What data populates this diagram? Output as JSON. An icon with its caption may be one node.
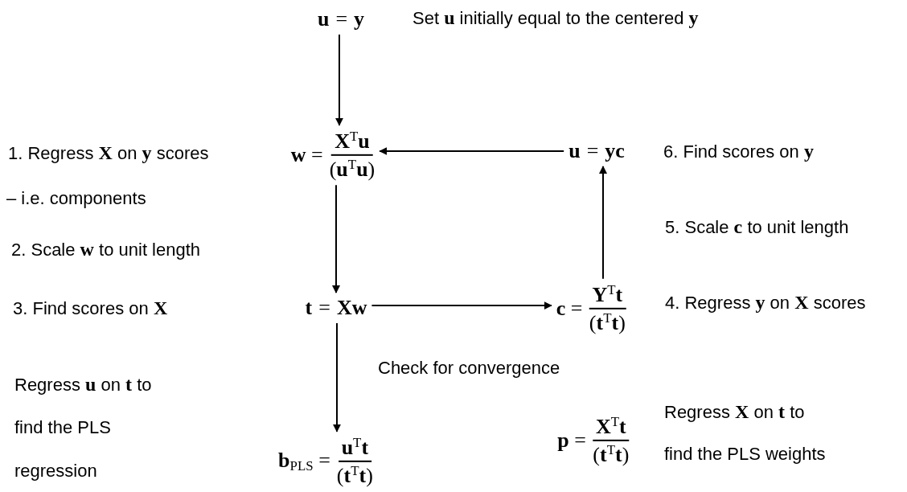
{
  "diagram": {
    "nodes": [
      {
        "text": [
          "**u** = **y**"
        ]
      },
      {
        "text": [
          "**w** =",
          "**X**$^{T}$**u**",
          "(**u**$^{T}$**u**)"
        ]
      },
      {
        "text": [
          "**u** = **yc**"
        ]
      },
      {
        "text": [
          "**t** = **Xw**"
        ]
      },
      {
        "text": [
          "**c** =",
          "**Y**$^{T}$**t**",
          "(**t**$^{T}$**t**)"
        ]
      },
      {
        "text": [
          "**b**$_{PLS}$ =",
          "**u**$^{T}$**t**",
          "(**t**$^{T}$**t**)"
        ]
      }
    ],
    "edges": [
      {
        "from": 0,
        "to": 1,
        "arrow": "to"
      },
      {
        "from": 2,
        "to": 1,
        "arrow": "to"
      },
      {
        "from": 1,
        "to": 3,
        "arrow": "to"
      },
      {
        "from": 3,
        "to": 4,
        "arrow": "to"
      },
      {
        "from": 4,
        "to": 2,
        "arrow": "to"
      },
      {
        "from": 3,
        "to": 5,
        "arrow": "to"
      }
    ],
    "labels": [
      "Set **u** initially equal to the centered **y**",
      "1. Regress **X** on **y** scores",
      "6. Find scores on **y**",
      "– i.e. components",
      "5. Scale **c** to unit length",
      "2. Scale **w** to unit length",
      "3. Find scores on **X**",
      "4. Regress **y** on **X** scores",
      "Check for convergence",
      "Regress **u** on **t** to",
      "Regress **X** on **t** to",
      "find the PLS",
      "**p** =",
      "**X**$^{T}$**t**",
      "(**t**$^{T}$**t**)",
      "find the PLS weights",
      "regression"
    ]
  }
}
